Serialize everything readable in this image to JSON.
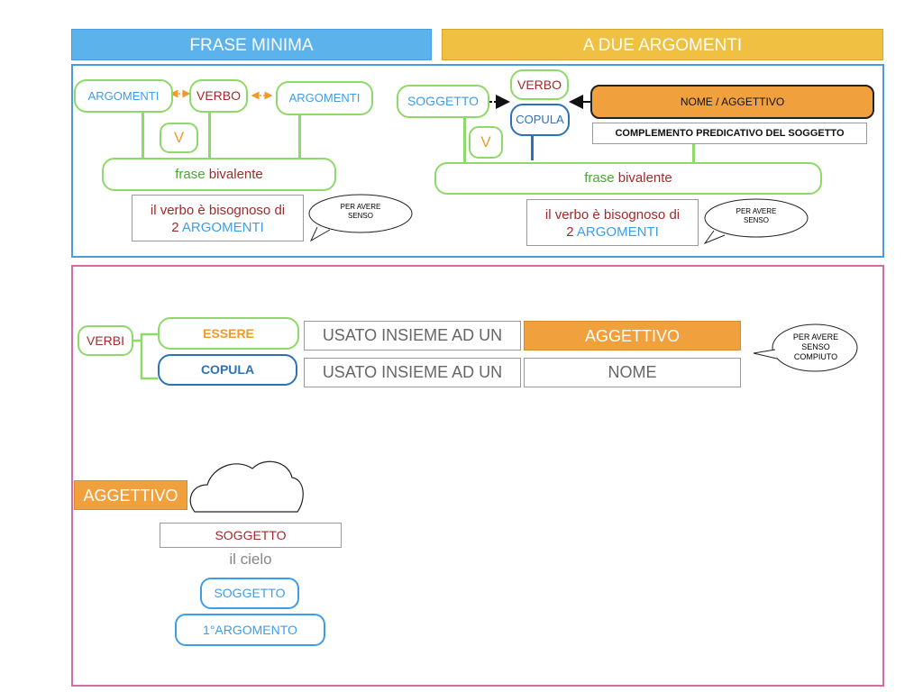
{
  "header": {
    "left_title": "FRASE MINIMA",
    "right_title": "A DUE ARGOMENTI"
  },
  "top_left": {
    "arg_left": "ARGOMENTI",
    "verbo": "VERBO",
    "arg_right": "ARGOMENTI",
    "v_label": "V",
    "frase": "frase",
    "bivalente": "bivalente",
    "note_line1": "il verbo è bisognoso di",
    "note_num": "2",
    "note_args": "ARGOMENTI",
    "bubble": "PER AVERE SENSO"
  },
  "top_right": {
    "soggetto": "SOGGETTO",
    "verbo": "VERBO",
    "copula": "COPULA",
    "nome_agg": "NOME / AGGETTIVO",
    "complemento": "COMPLEMENTO PREDICATIVO DEL SOGGETTO",
    "v_label": "V",
    "frase": "frase",
    "bivalente": "bivalente",
    "note_line1": "il verbo è bisognoso di",
    "note_num": "2",
    "note_args": "ARGOMENTI",
    "bubble": "PER AVERE SENSO"
  },
  "bottom": {
    "verbi": "VERBI",
    "essere": "ESSERE",
    "copula": "COPULA",
    "usato1": "USATO INSIEME AD UN",
    "usato2": "USATO INSIEME AD UN",
    "aggettivo": "AGGETTIVO",
    "nome": "NOME",
    "bubble": "PER AVERE SENSO COMPIUTO",
    "agg_box": "AGGETTIVO",
    "soggetto_box": "SOGGETTO",
    "il_cielo": "il cielo",
    "soggetto_pill": "SOGGETTO",
    "primo_arg": "1°ARGOMENTO"
  },
  "colors": {
    "header_blue": "#5cb3ec",
    "header_gold": "#efc041",
    "panel_blue": "#4a9be0",
    "panel_pink": "#d66aa5",
    "orange_fill": "#f0a03c",
    "green_border": "#8fd86a"
  }
}
